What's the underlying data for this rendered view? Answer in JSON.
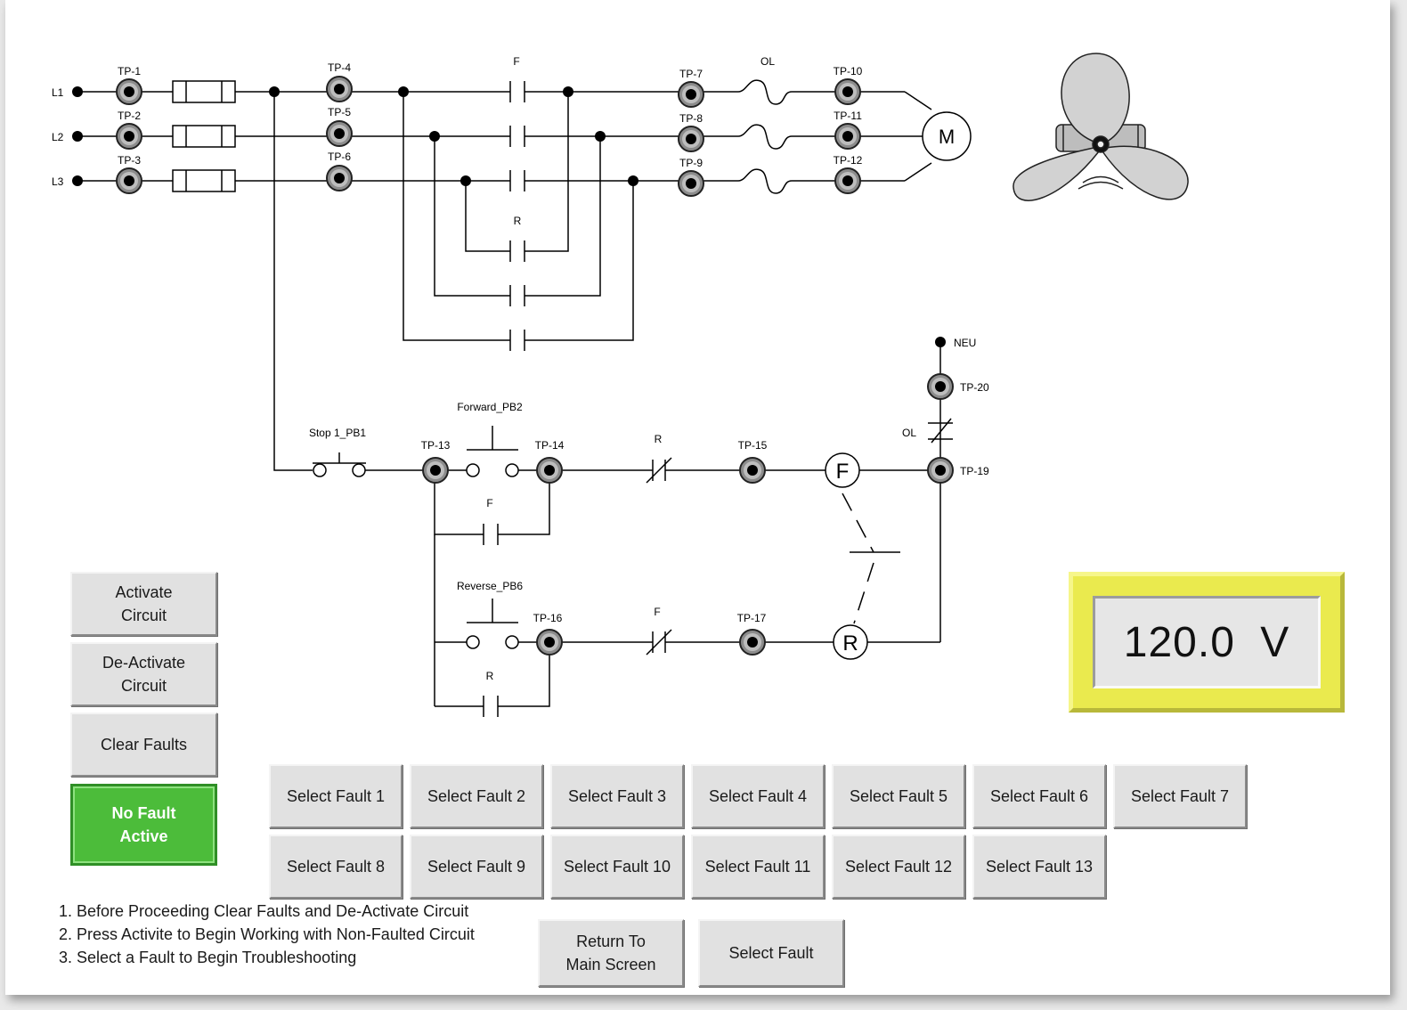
{
  "diagram": {
    "lines": [
      "L1",
      "L2",
      "L3"
    ],
    "test_points": [
      "TP-1",
      "TP-2",
      "TP-3",
      "TP-4",
      "TP-5",
      "TP-6",
      "TP-7",
      "TP-8",
      "TP-9",
      "TP-10",
      "TP-11",
      "TP-12",
      "TP-13",
      "TP-14",
      "TP-15",
      "TP-16",
      "TP-17",
      "TP-19",
      "TP-20"
    ],
    "motor_label": "M",
    "contact_labels": {
      "forward": "F",
      "reverse": "R",
      "overload": "OL"
    },
    "neutral_label": "NEU",
    "pushbuttons": {
      "stop": "Stop 1_PB1",
      "forward": "Forward_PB2",
      "reverse": "Reverse_PB6"
    },
    "coils": {
      "forward": "F",
      "reverse": "R"
    }
  },
  "controls": {
    "activate": "Activate\nCircuit",
    "deactivate": "De-Activate\nCircuit",
    "clear_faults": "Clear Faults",
    "status": "No Fault\nActive"
  },
  "meter": {
    "reading": "120.0  V"
  },
  "faults": [
    "Select Fault 1",
    "Select Fault 2",
    "Select Fault 3",
    "Select Fault 4",
    "Select Fault 5",
    "Select Fault 6",
    "Select Fault 7",
    "Select Fault 8",
    "Select Fault 9",
    "Select Fault 10",
    "Select Fault 11",
    "Select Fault 12",
    "Select Fault 13"
  ],
  "instructions": [
    "1. Before Proceeding Clear Faults and De-Activate Circuit",
    "2. Press Activite to Begin Working with Non-Faulted Circuit",
    "3. Select a Fault to Begin Troubleshooting"
  ],
  "nav": {
    "return": "Return To\nMain Screen",
    "select_fault": "Select Fault"
  },
  "colors": {
    "status_green": "#4cbc3a",
    "meter_yellow": "#eaea4e",
    "button_gray": "#e1e1e1"
  }
}
